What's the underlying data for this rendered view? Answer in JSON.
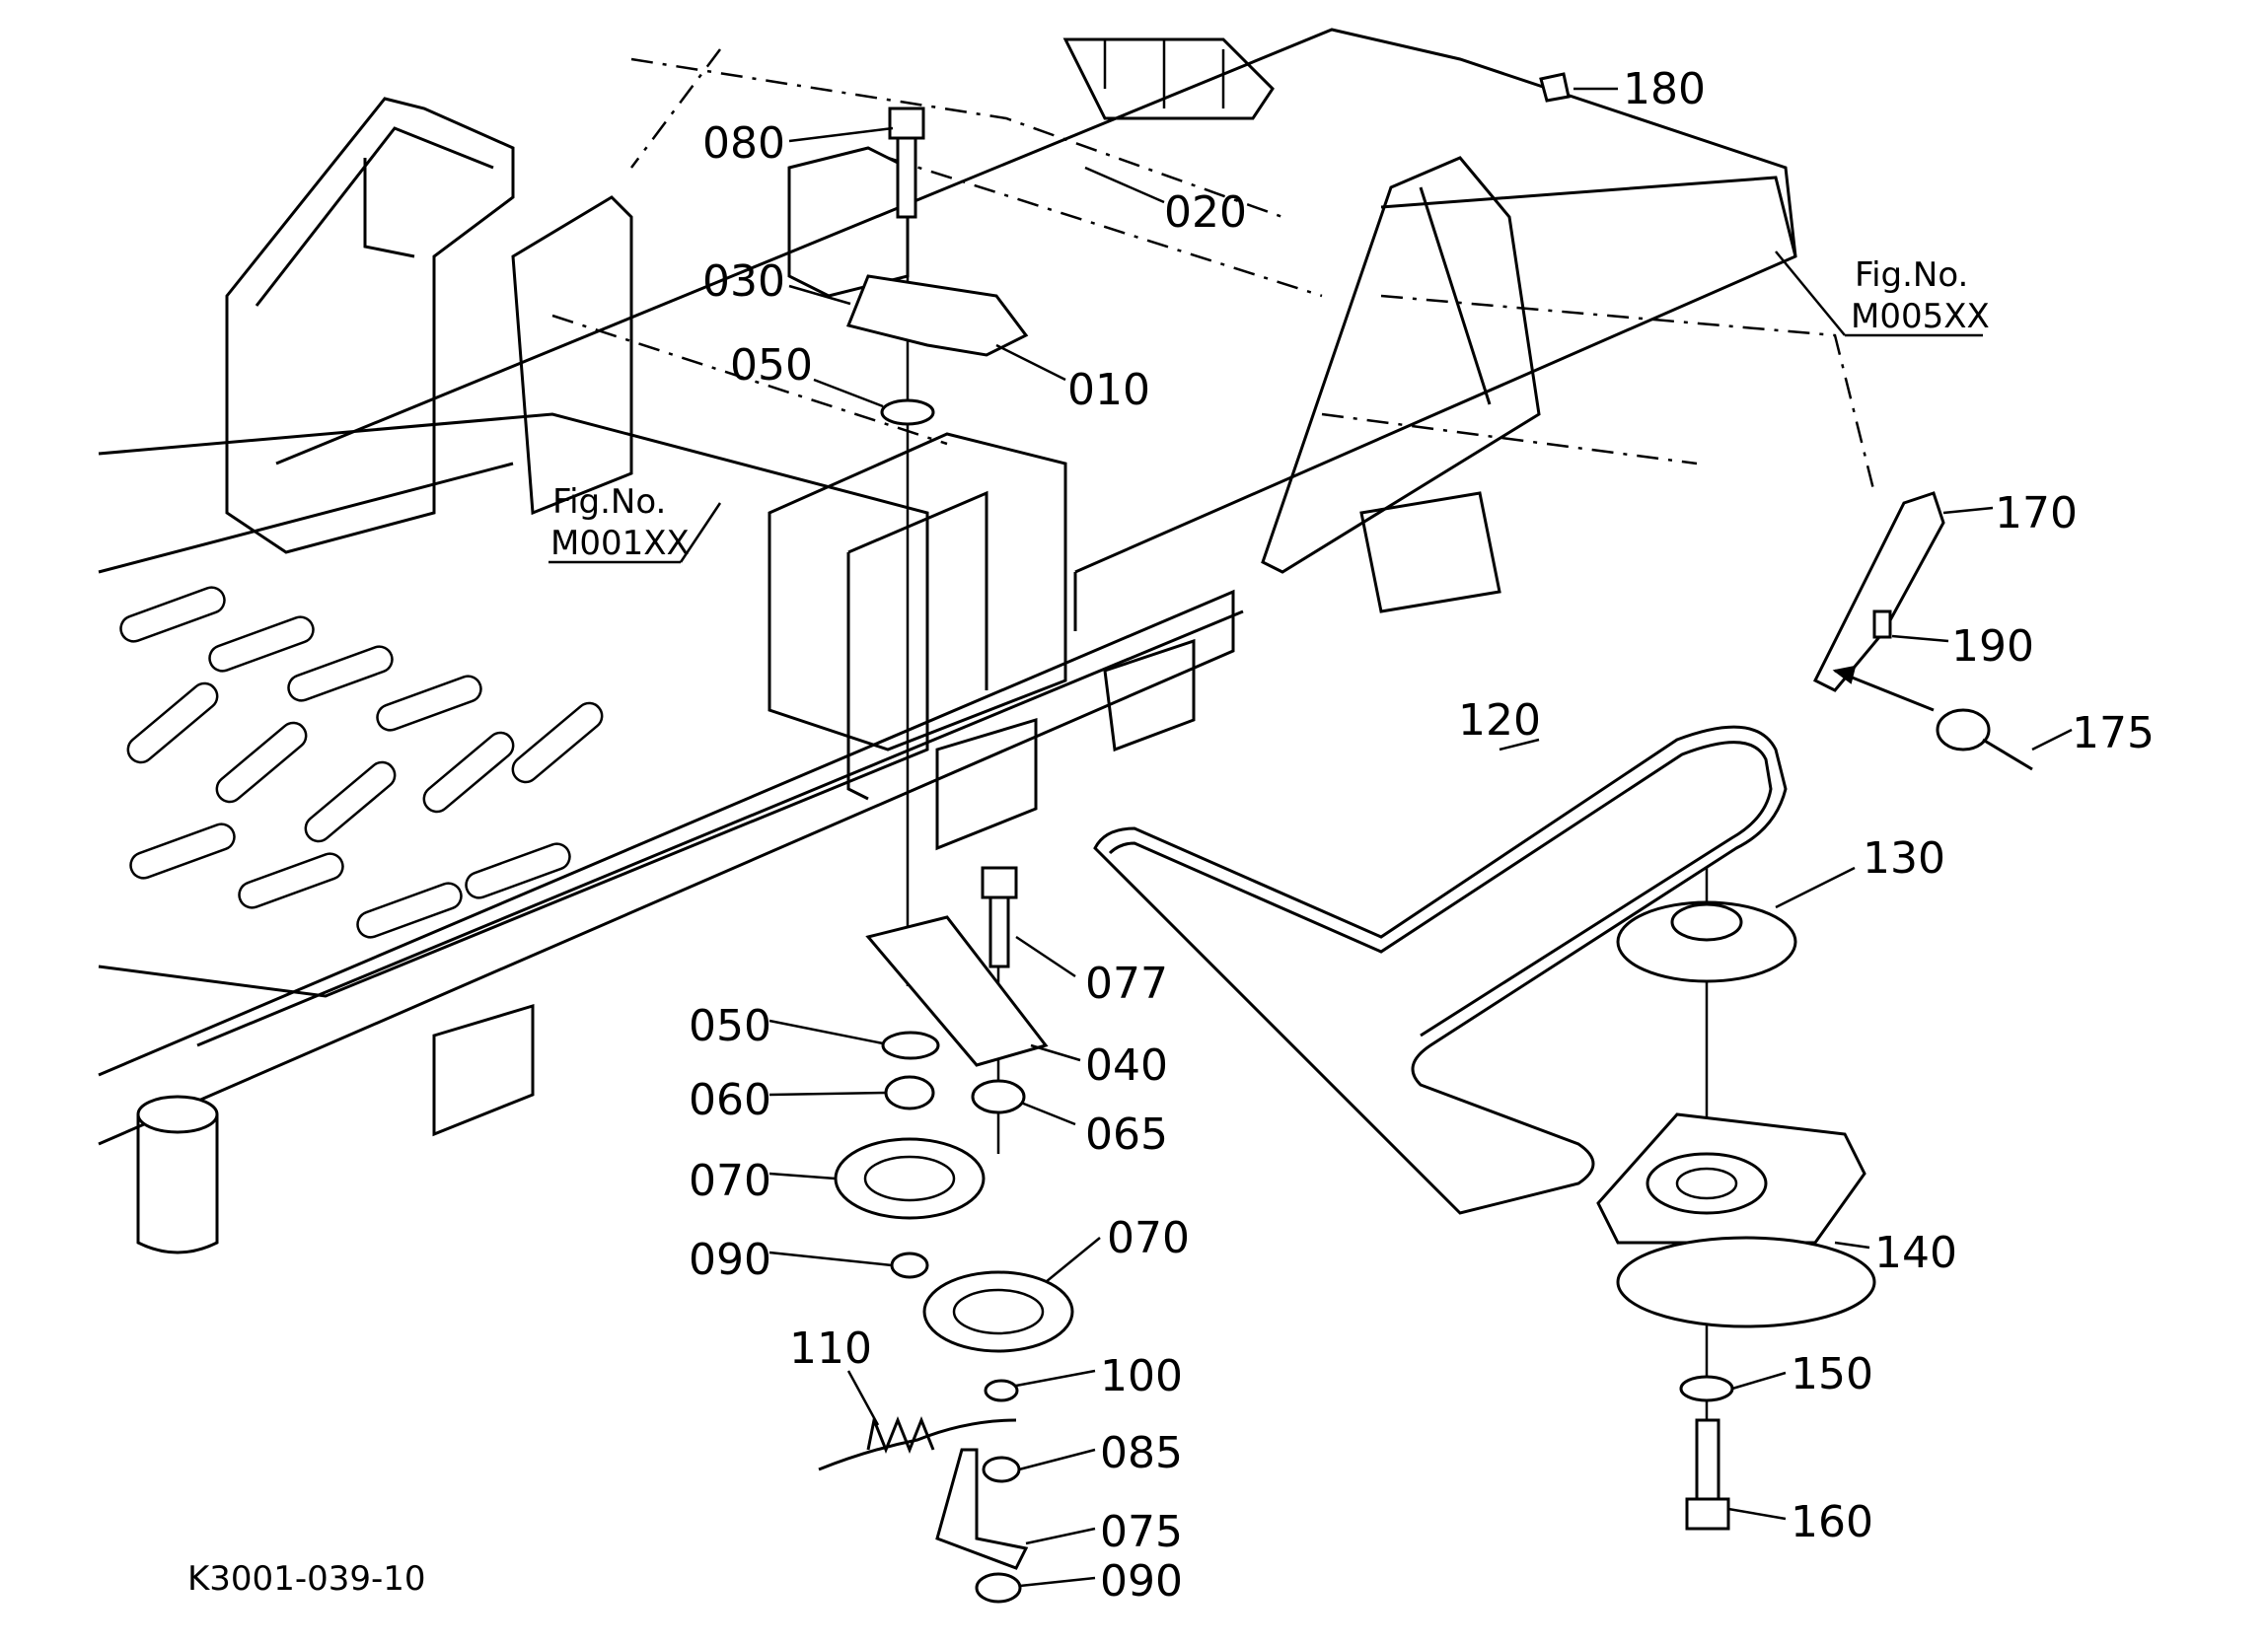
{
  "diagram_id": "K3001-039-10",
  "references": [
    {
      "fig_label": "Fig.No.",
      "fig_number": "M001XX"
    },
    {
      "fig_label": "Fig.No.",
      "fig_number": "M005XX"
    }
  ],
  "parts": [
    {
      "number": "180"
    },
    {
      "number": "080"
    },
    {
      "number": "020"
    },
    {
      "number": "030"
    },
    {
      "number": "010"
    },
    {
      "number": "050"
    },
    {
      "number": "170"
    },
    {
      "number": "190"
    },
    {
      "number": "175"
    },
    {
      "number": "120"
    },
    {
      "number": "130"
    },
    {
      "number": "077"
    },
    {
      "number": "050"
    },
    {
      "number": "040"
    },
    {
      "number": "060"
    },
    {
      "number": "065"
    },
    {
      "number": "070"
    },
    {
      "number": "070"
    },
    {
      "number": "090"
    },
    {
      "number": "140"
    },
    {
      "number": "110"
    },
    {
      "number": "100"
    },
    {
      "number": "150"
    },
    {
      "number": "085"
    },
    {
      "number": "075"
    },
    {
      "number": "160"
    },
    {
      "number": "090"
    }
  ]
}
